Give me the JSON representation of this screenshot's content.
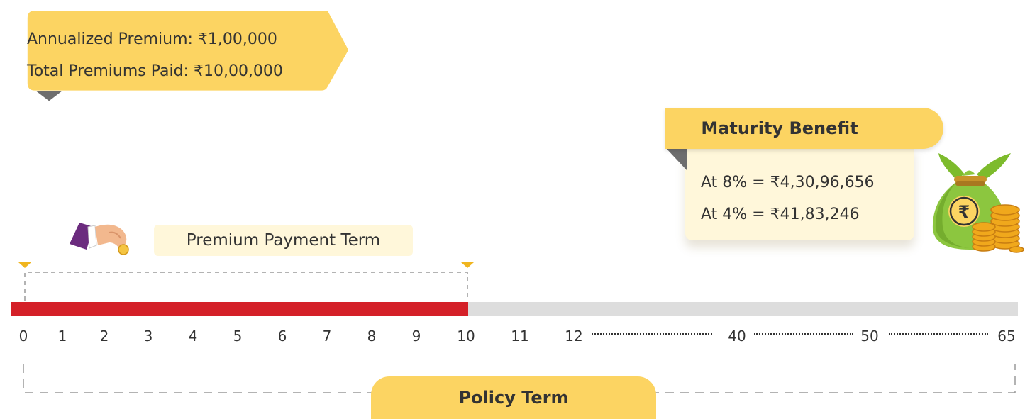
{
  "premium_callout": {
    "annualized_premium": "Annualized Premium: ₹1,00,000",
    "total_premiums_paid": "Total Premiums Paid: ₹10,00,000"
  },
  "maturity_benefit": {
    "title": "Maturity Benefit",
    "at_8_percent": "At 8% = ₹4,30,96,656",
    "at_4_percent": "At 4% = ₹41,83,246",
    "rupee_symbol": "₹"
  },
  "premium_payment_term": {
    "label": "Premium Payment Term"
  },
  "timeline": {
    "ticks": [
      "0",
      "1",
      "2",
      "3",
      "4",
      "5",
      "6",
      "7",
      "8",
      "9",
      "10",
      "11",
      "12",
      "40",
      "50",
      "65"
    ],
    "premium_paying_years_end": 10,
    "policy_term_end": 65
  },
  "policy_term": {
    "label": "Policy Term"
  },
  "colors": {
    "accent_yellow": "#fcd462",
    "pale_yellow": "#fff7da",
    "premium_bar_red": "#d42028",
    "timeline_grey": "#dddddd",
    "marker_amber": "#f0b51f"
  },
  "icons": {
    "hand": "hand-holding-coin-icon",
    "money_bag": "money-bag-with-coins-icon"
  }
}
